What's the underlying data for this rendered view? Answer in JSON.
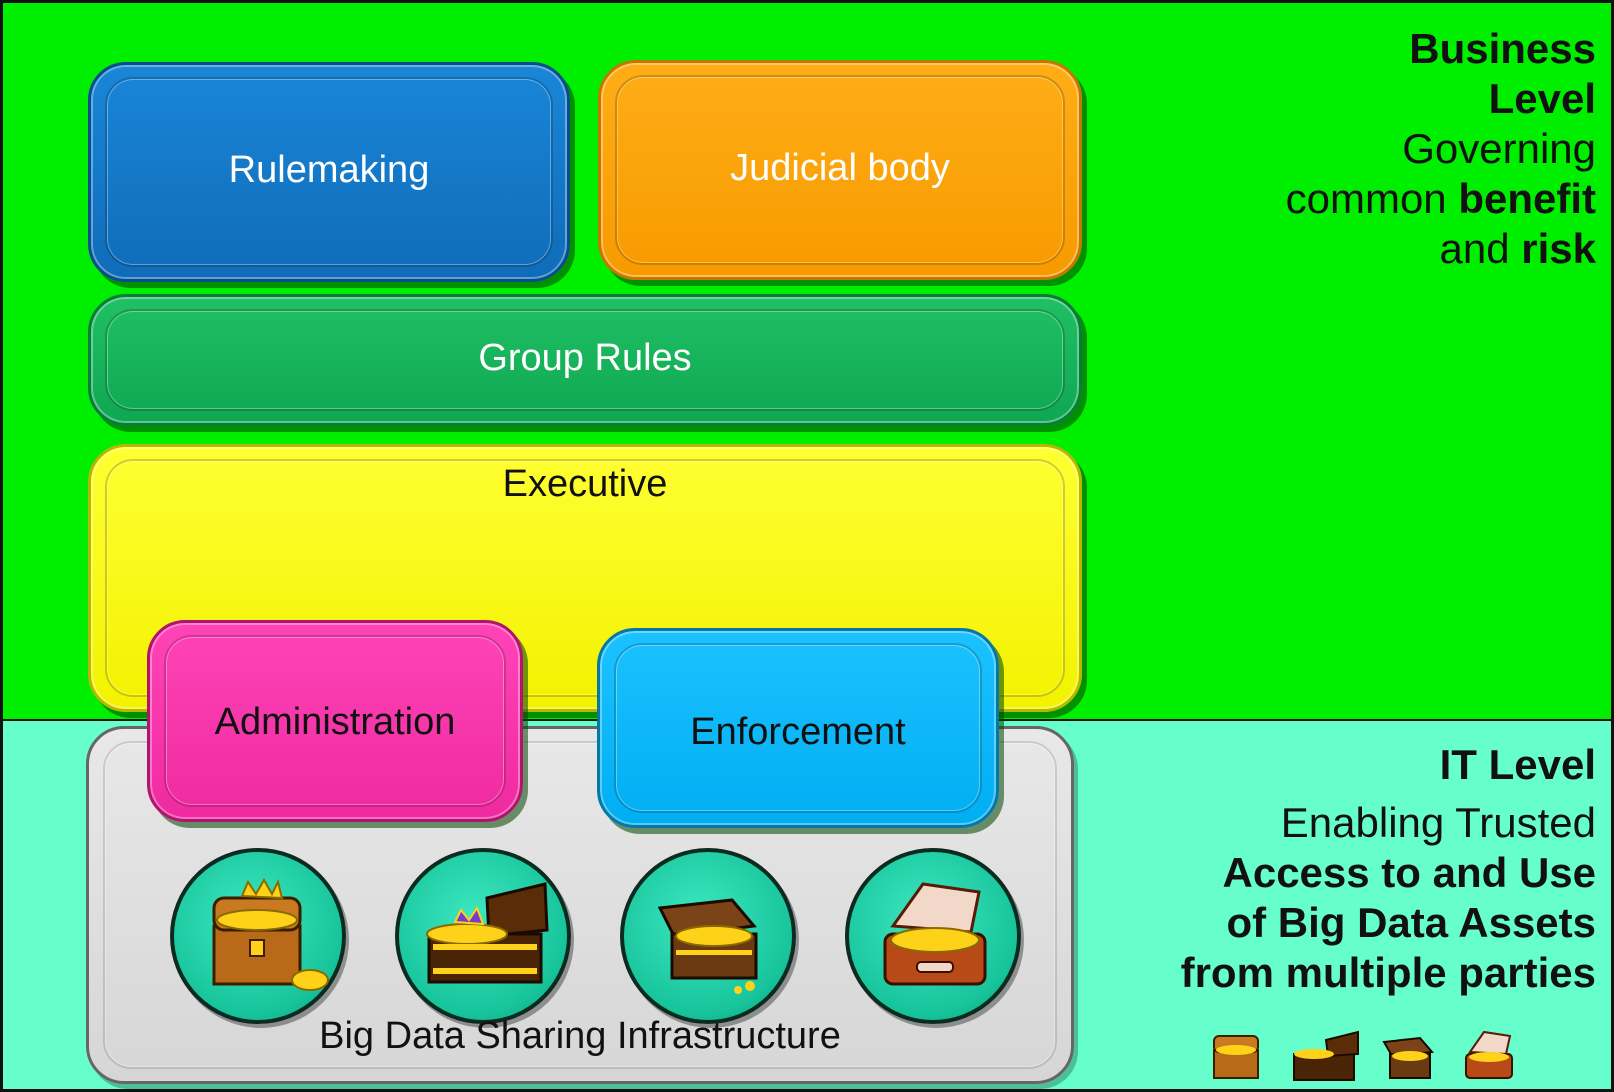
{
  "business_level": {
    "title_line1": "Business",
    "title_line2": "Level",
    "line3": "Governing",
    "line4_plain": "common ",
    "line4_bold": "benefit",
    "line5_plain": "and ",
    "line5_bold": "risk"
  },
  "it_level": {
    "title": "IT Level",
    "line2": "Enabling Trusted",
    "line3": "Access to and Use",
    "line4": "of Big Data Assets",
    "line5": "from multiple parties"
  },
  "boxes": {
    "rulemaking": "Rulemaking",
    "judicial": "Judicial body",
    "group_rules": "Group Rules",
    "executive": "Executive",
    "administration": "Administration",
    "enforcement": "Enforcement",
    "infrastructure": "Big Data Sharing Infrastructure"
  },
  "colors": {
    "business_band": "#00ee00",
    "it_band": "#66ffcc",
    "rulemaking": "#0f6cb8",
    "judicial": "#f79a00",
    "group_rules": "#0fa752",
    "executive": "#f2f200",
    "administration": "#ef2aa0",
    "enforcement": "#00aef2",
    "infrastructure": "#d6d6d6"
  },
  "icons": [
    "treasure-chest-icon",
    "treasure-chest-icon",
    "treasure-chest-icon",
    "treasure-chest-icon"
  ]
}
